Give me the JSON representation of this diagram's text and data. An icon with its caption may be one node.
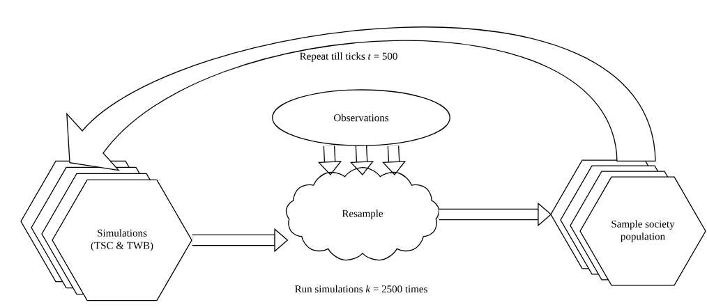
{
  "diagram": {
    "nodes": [
      {
        "text": [
          "Simulations (TSC & TWB)"
        ]
      },
      {
        "text": [
          "Observations"
        ]
      },
      {
        "text": [
          "Resample"
        ]
      },
      {
        "text": [
          "Sample society population"
        ]
      }
    ],
    "edges": [
      {
        "from": 0,
        "to": 2,
        "arrow": "to"
      },
      {
        "from": 2,
        "to": 3,
        "arrow": "to"
      },
      {
        "from": 1,
        "to": 2,
        "arrow": "to"
      },
      {
        "from": 1,
        "to": 2,
        "arrow": "to"
      },
      {
        "from": 1,
        "to": 2,
        "arrow": "to"
      },
      {
        "from": 3,
        "to": 0,
        "arrow": "to",
        "style": "thick"
      }
    ],
    "labels": [
      "Repeat till ticks *t* = 500",
      "Run simulations *k* = 2500 times"
    ]
  }
}
